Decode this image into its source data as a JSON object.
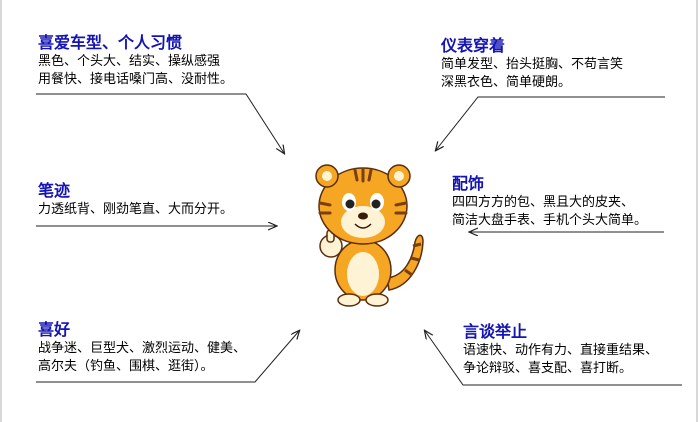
{
  "sections": {
    "habits": {
      "title": "喜爱车型、个人习惯",
      "lines": [
        "黑色、个头大、结实、操纵感强",
        "用餐快、接电话嗓门高、没耐性。"
      ]
    },
    "appearance": {
      "title": "仪表穿着",
      "lines": [
        "简单发型、抬头挺胸、不苟言笑",
        "深黑衣色、简单硬朗。"
      ]
    },
    "handwriting": {
      "title": "笔迹",
      "lines": [
        "力透纸背、刚劲笔直、大而分开。"
      ]
    },
    "accessories": {
      "title": "配饰",
      "lines": [
        "四四方方的包、黑且大的皮夹、",
        "简洁大盘手表、手机个头大简单。"
      ]
    },
    "hobbies": {
      "title": "喜好",
      "lines": [
        "战争迷、巨型犬、激烈运动、健美、",
        "高尔夫（钓鱼、围棋、逛街）。"
      ]
    },
    "speech": {
      "title": "言谈举止",
      "lines": [
        "语速快、动作有力、直接重结果、",
        "争论辩驳、喜支配、喜打断。"
      ]
    }
  },
  "colors": {
    "title": "#1414b4",
    "text": "#000000",
    "tiger_orange": "#f5a623",
    "tiger_stripe": "#7a3e10"
  }
}
